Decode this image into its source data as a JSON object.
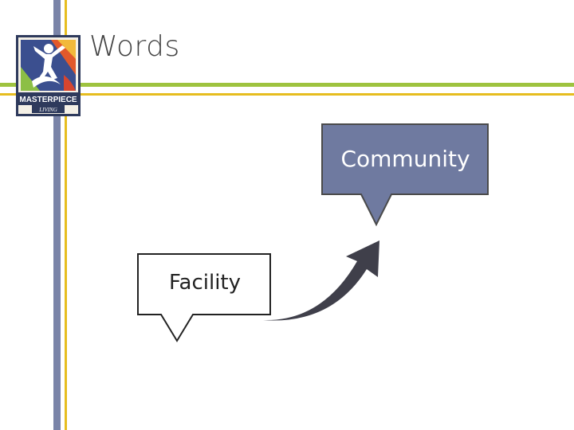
{
  "slide": {
    "title": "Words",
    "logo": {
      "line1": "MASTERPIECE",
      "line2": "LIVING",
      "icon": "masterpiece-living-logo"
    },
    "callouts": {
      "community": {
        "label": "Community",
        "fill": "#6f7aa0",
        "stroke": "#4a4a4a"
      },
      "facility": {
        "label": "Facility",
        "fill": "#ffffff",
        "stroke": "#222222"
      }
    },
    "arrow": {
      "icon": "curved-arrow-icon",
      "color": "#3f3f4a"
    },
    "colors": {
      "blue_rule": "#7a84a8",
      "gold_rule": "#e6bd1f",
      "green_rule": "#9ec33f"
    }
  }
}
